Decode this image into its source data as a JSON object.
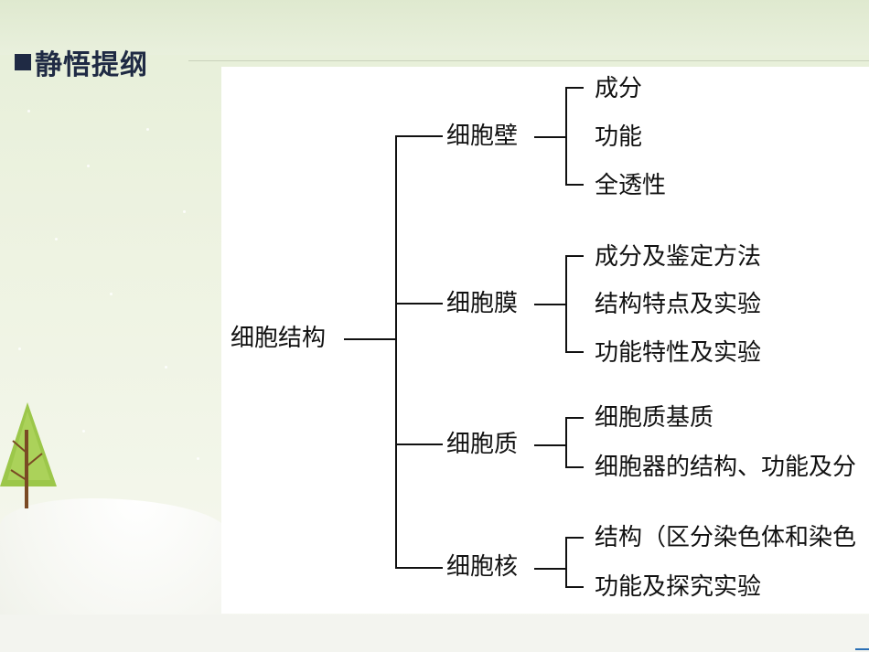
{
  "header": {
    "title": "静悟提纲"
  },
  "diagram": {
    "root": "细胞结构",
    "branches": [
      {
        "label": "细胞壁",
        "children": [
          "成分",
          "功能",
          "全透性"
        ]
      },
      {
        "label": "细胞膜",
        "children": [
          "成分及鉴定方法",
          "结构特点及实验",
          "功能特性及实验"
        ]
      },
      {
        "label": "细胞质",
        "children": [
          "细胞质基质",
          "细胞器的结构、功能及分"
        ]
      },
      {
        "label": "细胞核",
        "children": [
          "结构（区分染色体和染色",
          "功能及探究实验"
        ]
      }
    ]
  },
  "colors": {
    "title": "#1f2a44",
    "line": "#111111",
    "panel": "#ffffff"
  }
}
